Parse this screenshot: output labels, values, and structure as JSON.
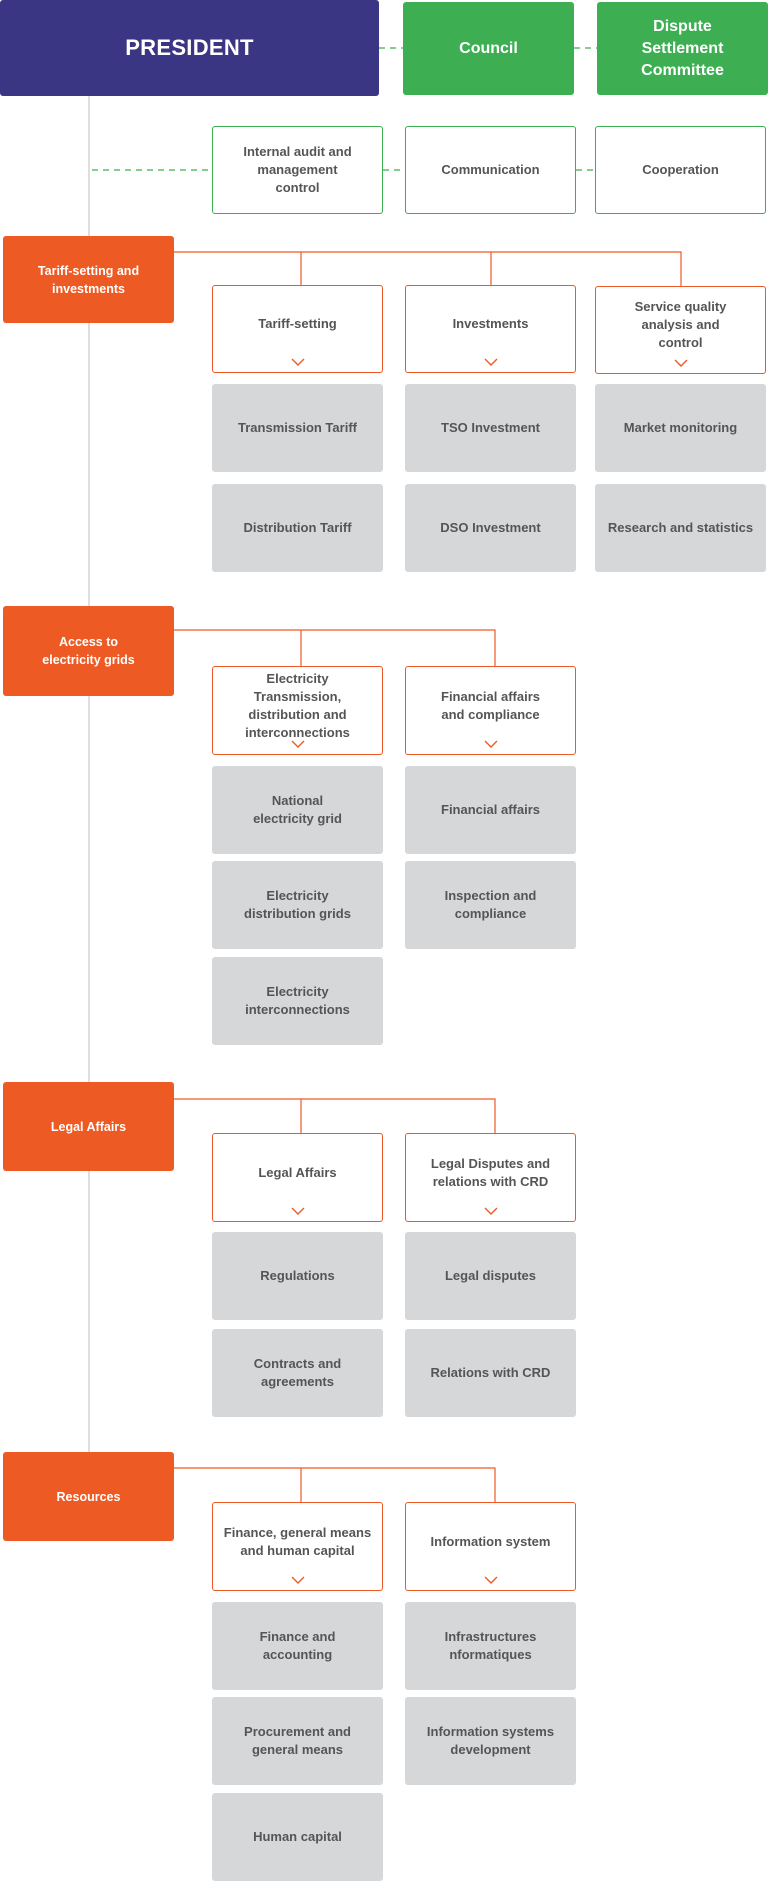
{
  "top": {
    "president": "PRESIDENT",
    "council": "Council",
    "dispute_committee": "Dispute Settlement Committee"
  },
  "staff_units": [
    "Internal audit and management control",
    "Communication",
    "Cooperation"
  ],
  "departments": [
    {
      "name": "Tariff-setting and investments",
      "units": [
        {
          "name": "Tariff-setting",
          "items": [
            "Transmission Tariff",
            "Distribution Tariff"
          ]
        },
        {
          "name": "Investments",
          "items": [
            "TSO Investment",
            "DSO Investment"
          ]
        },
        {
          "name": "Service quality analysis and control",
          "items": [
            "Market monitoring",
            "Research and statistics"
          ]
        }
      ]
    },
    {
      "name": "Access to electricity grids",
      "units": [
        {
          "name": "Electricity Transmission, distribution and interconnections",
          "items": [
            "National electricity grid",
            "Electricity distribution grids",
            "Electricity interconnections"
          ]
        },
        {
          "name": "Financial affairs and compliance",
          "items": [
            "Financial affairs",
            "Inspection and compliance"
          ]
        }
      ]
    },
    {
      "name": "Legal Affairs",
      "units": [
        {
          "name": "Legal Affairs",
          "items": [
            "Regulations",
            "Contracts and agreements"
          ]
        },
        {
          "name": "Legal Disputes and relations with CRD",
          "items": [
            "Legal disputes",
            "Relations with CRD"
          ]
        }
      ]
    },
    {
      "name": "Resources",
      "units": [
        {
          "name": "Finance, general means and human capital",
          "items": [
            "Finance and accounting",
            "Procurement and general means",
            "Human capital"
          ]
        },
        {
          "name": "Information system",
          "items": [
            "Infrastructures nformatiques",
            "Information systems development"
          ]
        }
      ]
    }
  ],
  "colors": {
    "president": "#3b3684",
    "green": "#3daf52",
    "orange": "#ed5a24",
    "leaf_gray": "#d6d7d9",
    "spine_gray": "#c8c8c8"
  }
}
